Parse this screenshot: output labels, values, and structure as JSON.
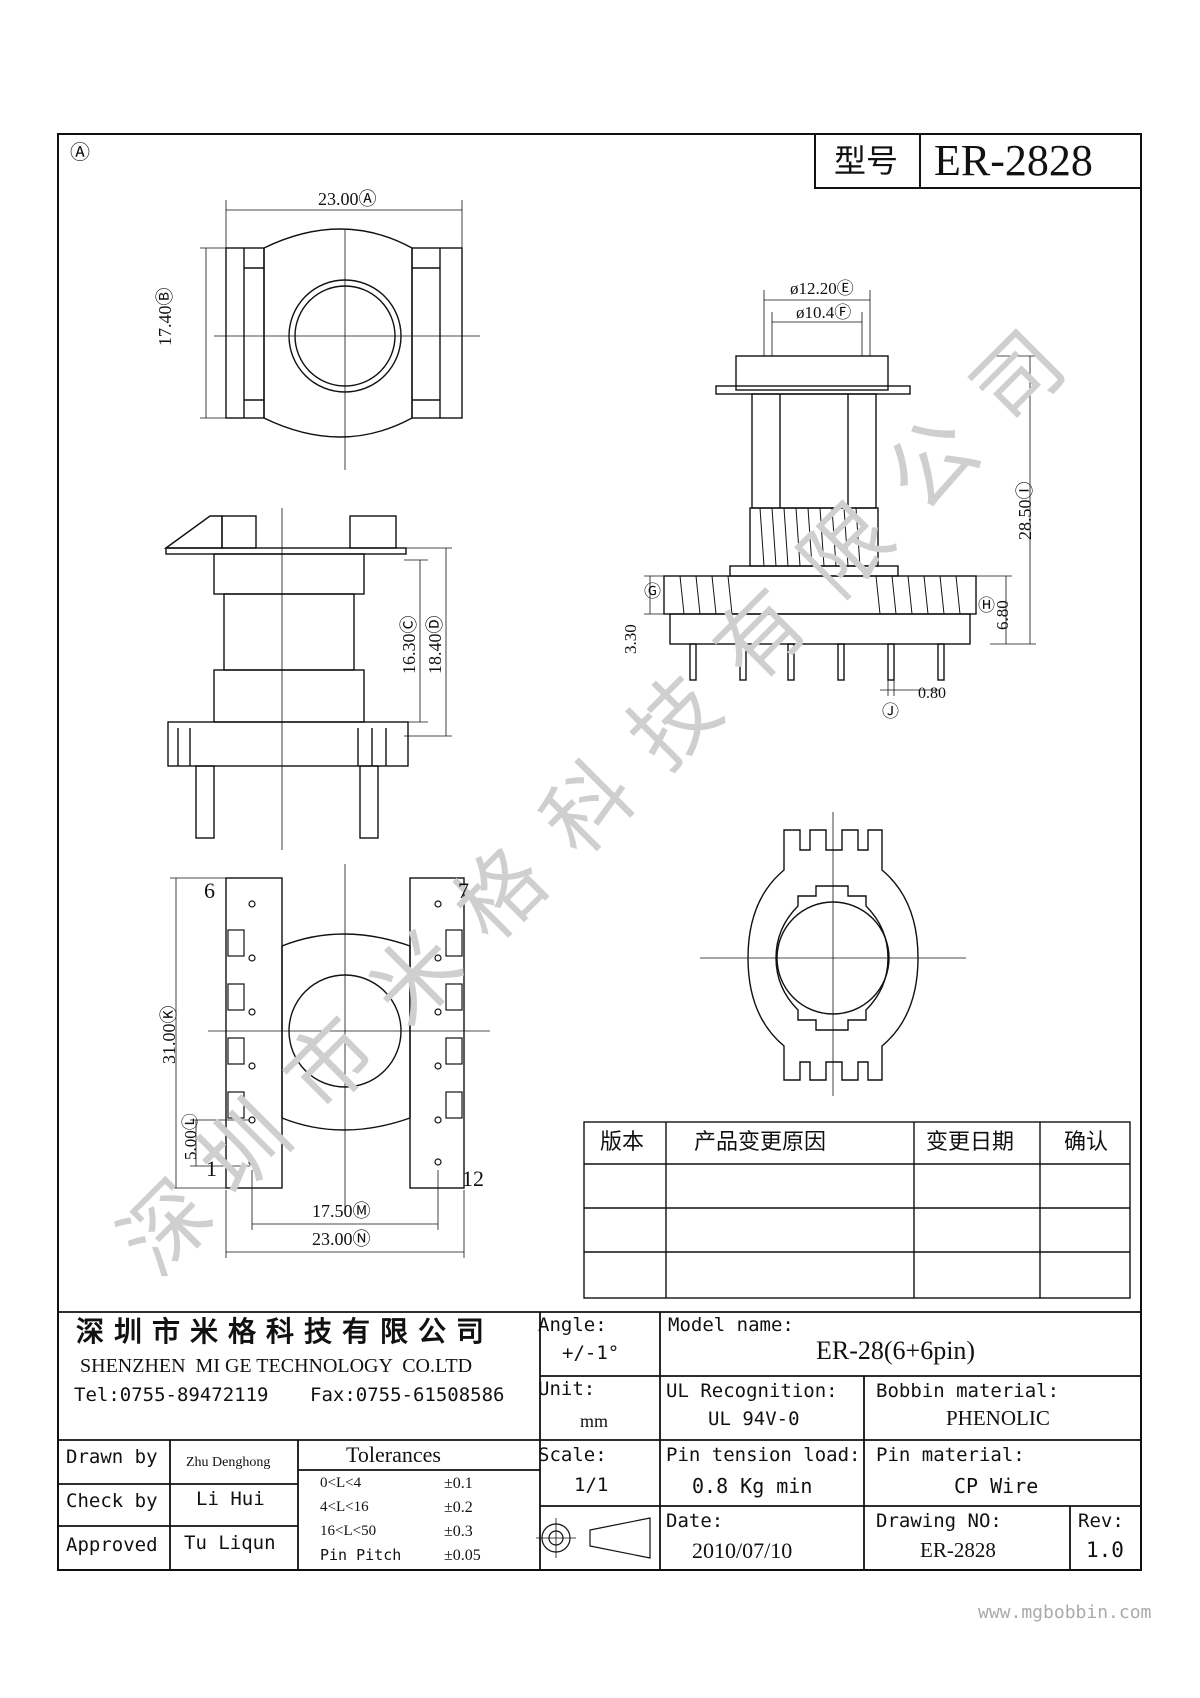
{
  "corner_mark": "Ⓐ",
  "model_label": "型号",
  "model_number": "ER-2828",
  "dims": {
    "top_width": "23.00Ⓐ",
    "top_height": "17.40Ⓑ",
    "side_h1": "16.30Ⓒ",
    "side_h2": "18.40Ⓓ",
    "dia_outer": "ø12.20Ⓔ",
    "dia_inner": "ø10.4Ⓕ",
    "total_height": "28.50Ⓘ",
    "flange_g": "Ⓖ",
    "flange_h": "Ⓗ",
    "dim_330": "3.30",
    "dim_680": "6.80",
    "pin_dia": "0.80",
    "pin_j": "Ⓙ",
    "bottom_height": "31.00Ⓚ",
    "pitch": "5.00Ⓛ",
    "inner_width": "17.50Ⓜ",
    "bottom_width": "23.00Ⓝ",
    "pin6": "6",
    "pin7": "7",
    "pin1": "1",
    "pin12": "12"
  },
  "revision_table": {
    "headers": [
      "版本",
      "产品变更原因",
      "变更日期",
      "确认"
    ],
    "rows": [
      [
        "",
        "",
        "",
        ""
      ],
      [
        "",
        "",
        "",
        ""
      ],
      [
        "",
        "",
        "",
        ""
      ]
    ]
  },
  "title_block": {
    "company_cn": "深圳市米格科技有限公司",
    "company_en": "SHENZHEN  MI GE TECHNOLOGY  CO.LTD",
    "tel": "Tel:0755-89472119",
    "fax": "Fax:0755-61508586",
    "angle_label": "Angle:",
    "angle_value": "+/-1°",
    "model_name_label": "Model name:",
    "model_name_value": "ER-28(6+6pin)",
    "unit_label": "Unit:",
    "unit_value": "mm",
    "ul_label": "UL Recognition:",
    "ul_value": "UL 94V-0",
    "bobbin_label": "Bobbin material:",
    "bobbin_value": "PHENOLIC",
    "drawn_by_label": "Drawn by",
    "drawn_by_value": "Zhu Denghong",
    "check_by_label": "Check by",
    "check_by_value": "Li Hui",
    "approved_label": "Approved",
    "approved_value": "Tu Liqun",
    "tolerances_label": "Tolerances",
    "tol_rows": [
      {
        "range": "0<L<4",
        "value": "±0.1"
      },
      {
        "range": "4<L<16",
        "value": "±0.2"
      },
      {
        "range": "16<L<50",
        "value": "±0.3"
      },
      {
        "range": "Pin Pitch",
        "value": "±0.05"
      }
    ],
    "scale_label": "Scale:",
    "scale_value": "1/1",
    "pin_tension_label": "Pin tension load:",
    "pin_tension_value": "0.8 Kg min",
    "pin_material_label": "Pin material:",
    "pin_material_value": "CP Wire",
    "date_label": "Date:",
    "date_value": "2010/07/10",
    "drawing_no_label": "Drawing NO:",
    "drawing_no_value": "ER-2828",
    "rev_label": "Rev:",
    "rev_value": "1.0"
  },
  "watermark_chars": [
    "深",
    "圳",
    "市",
    "米",
    "格",
    "科",
    "技",
    "有",
    "限",
    "公",
    "司"
  ],
  "website": "www.mgbobbin.com"
}
